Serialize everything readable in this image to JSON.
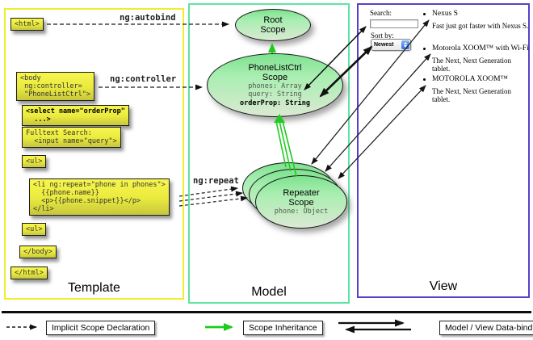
{
  "template": {
    "label": "Template",
    "autobind_label": "ng:autobind",
    "controller_label": "ng:controller",
    "repeat_label": "ng:repeat",
    "boxes": {
      "html_open": "<html>",
      "body_open": "<body\n ng:controller=\n \"PhoneListCtrl\">",
      "select_tag": "<select name=\"orderProp\"\n  ...>",
      "fulltext": "Fulltext Search:\n  <input name=\"query\">",
      "ul_open": "<ul>",
      "li_repeat": "<li ng:repeat=\"phone in phones\">\n  {{phone.name}}\n  <p>{{phone.snippet}}</p>\n</li>",
      "ul_close": "<ul>",
      "body_close": "</body>",
      "html_close": "</html>"
    }
  },
  "model": {
    "label": "Model",
    "root_scope": {
      "title": "Root\nScope"
    },
    "phonelist_scope": {
      "title": "PhoneListCtrl\nScope",
      "prop_phones": "phones: Array",
      "prop_query": "query: String",
      "prop_orderprop": "orderProp: String"
    },
    "repeater_scope": {
      "title": "Repeater\nScope",
      "prop_phone": "phone: Object"
    }
  },
  "view": {
    "label": "View",
    "search_label": "Search:",
    "search_value": "",
    "sort_label": "Sort by:",
    "sort_selected": "Newest",
    "items": [
      {
        "name": "Nexus S",
        "snippet": "Fast just got faster with Nexus S."
      },
      {
        "name": "Motorola XOOM™ with Wi-Fi",
        "snippet": "The Next, Next Generation tablet."
      },
      {
        "name": "MOTOROLA XOOM™",
        "snippet": "The Next, Next Generation tablet."
      }
    ]
  },
  "legend": {
    "implicit": "Implicit Scope Declaration",
    "inheritance": "Scope Inheritance",
    "databinding": "Model / View Data-binding"
  },
  "colors": {
    "template_border": "#f0ee2c",
    "model_border": "#5fe3a1",
    "view_border": "#5b3fc8",
    "scope_green": "#7de28f",
    "arrow_green": "#1ecb1e",
    "codebox_yellow": "#efef42"
  }
}
